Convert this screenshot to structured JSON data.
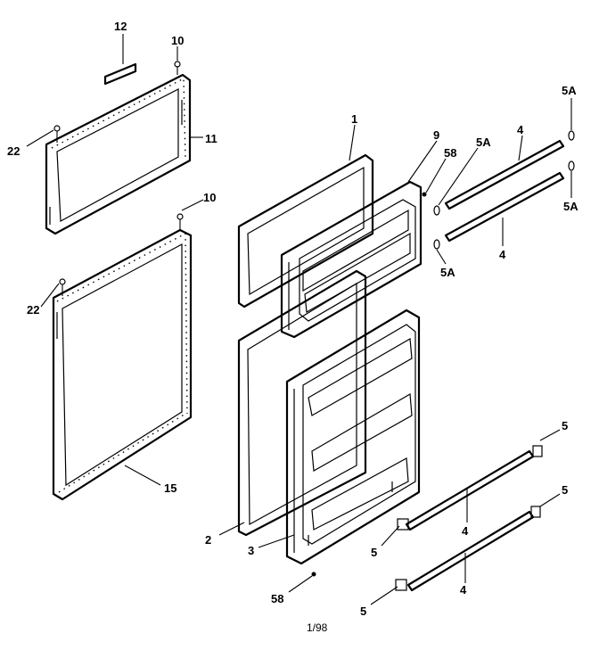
{
  "footer_text": "1/98",
  "callouts": {
    "c12": "12",
    "c10_top": "10",
    "c22_top": "22",
    "c11": "11",
    "c10_mid": "10",
    "c22_mid": "22",
    "c15": "15",
    "c1": "1",
    "c9": "9",
    "c58_top": "58",
    "c5A_top": "5A",
    "c4_top": "4",
    "c5A_right_top": "5A",
    "c5A_right_bottom": "5A",
    "c4_mid": "4",
    "c5A_low": "5A",
    "c2": "2",
    "c3": "3",
    "c58_bottom": "58",
    "c5_r1": "5",
    "c5_r2": "5",
    "c4_low1": "4",
    "c4_low2": "4",
    "c5_l1": "5",
    "c5_l2": "5"
  }
}
